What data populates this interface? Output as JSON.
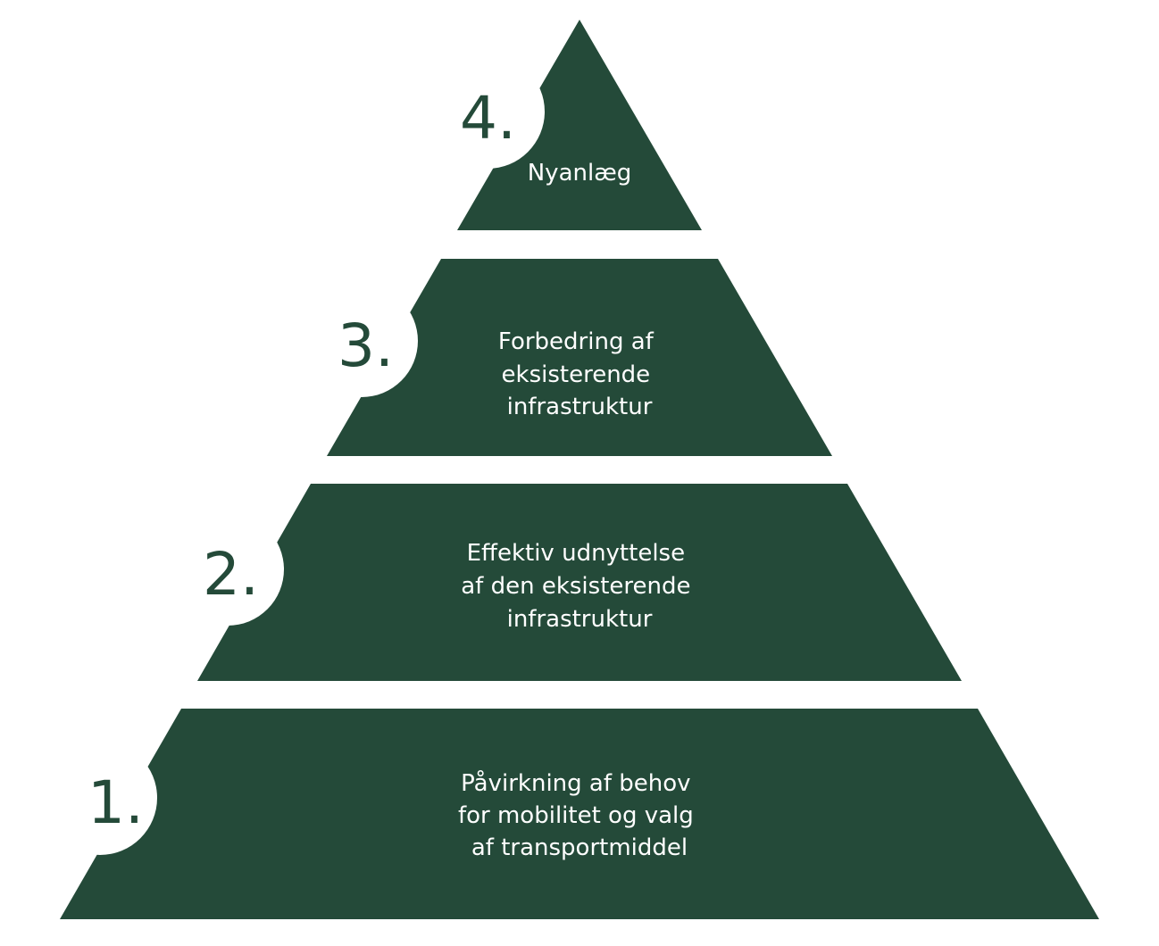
{
  "colors": {
    "tier_fill": "#244a39",
    "background": "#ffffff",
    "label_text": "#ffffff",
    "number_text": "#244a39"
  },
  "levels": [
    {
      "number": "1.",
      "lines": [
        "Påvirkning af behov",
        "for mobilitet og valg",
        "af transportmiddel"
      ]
    },
    {
      "number": "2.",
      "lines": [
        "Effektiv udnyttelse",
        "af den eksisterende",
        "infrastruktur"
      ]
    },
    {
      "number": "3.",
      "lines": [
        "Forbedring af",
        "eksisterende",
        "infrastruktur"
      ]
    },
    {
      "number": "4.",
      "lines": [
        "Nyanlæg"
      ]
    }
  ]
}
